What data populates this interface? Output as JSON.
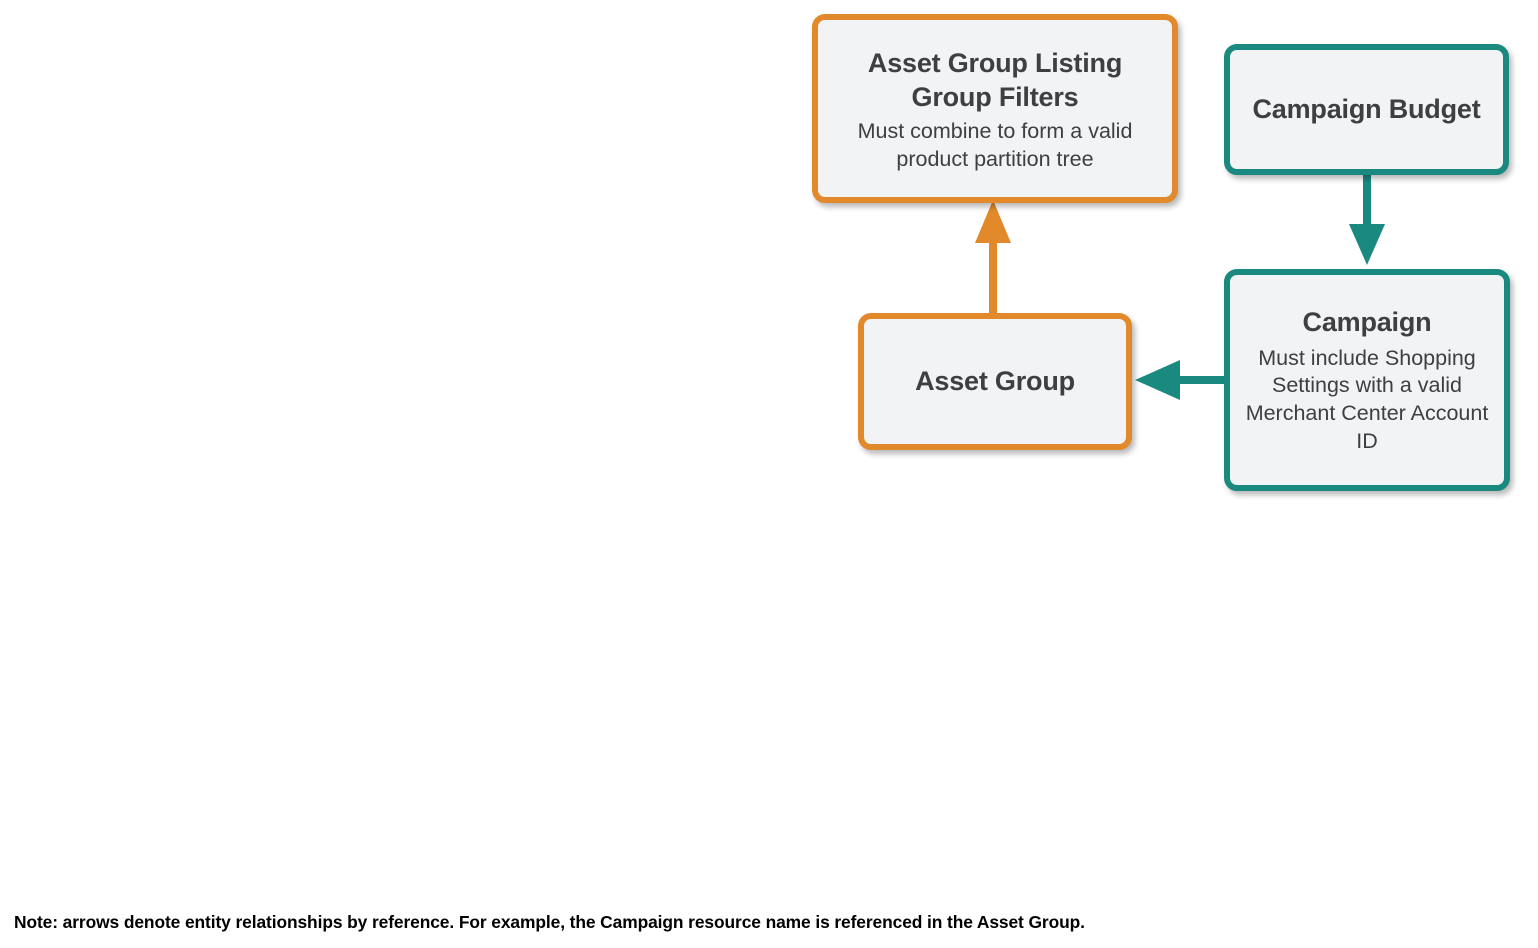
{
  "diagram": {
    "background_color": "#FFFFFF",
    "node_fill_color": "#F1F3F4",
    "text_color": "#3C4043",
    "orange_color": "#E2892B",
    "teal_color": "#1A8A80",
    "nodes": [
      {
        "id": "asset-group-listing-group-filters",
        "title": "Asset Group Listing Group Filters",
        "subtitle": "Must combine to form a valid product partition tree",
        "color": "orange"
      },
      {
        "id": "campaign-budget",
        "title": "Campaign Budget",
        "subtitle": "",
        "color": "teal"
      },
      {
        "id": "asset-group",
        "title": "Asset Group",
        "subtitle": "",
        "color": "orange"
      },
      {
        "id": "campaign",
        "title": "Campaign",
        "subtitle": "Must include Shopping Settings with a valid Merchant Center Account ID",
        "color": "teal"
      }
    ],
    "edges": [
      {
        "id": "asset-group-to-listing-group-filters",
        "from": "asset-group",
        "to": "asset-group-listing-group-filters",
        "color": "orange",
        "direction": "up"
      },
      {
        "id": "campaign-budget-to-campaign",
        "from": "campaign-budget",
        "to": "campaign",
        "color": "teal",
        "direction": "down"
      },
      {
        "id": "campaign-to-asset-group",
        "from": "campaign",
        "to": "asset-group",
        "color": "teal",
        "direction": "left"
      }
    ],
    "note": "Note: arrows denote entity relationships by reference. For example, the Campaign resource name is referenced in the Asset Group."
  }
}
